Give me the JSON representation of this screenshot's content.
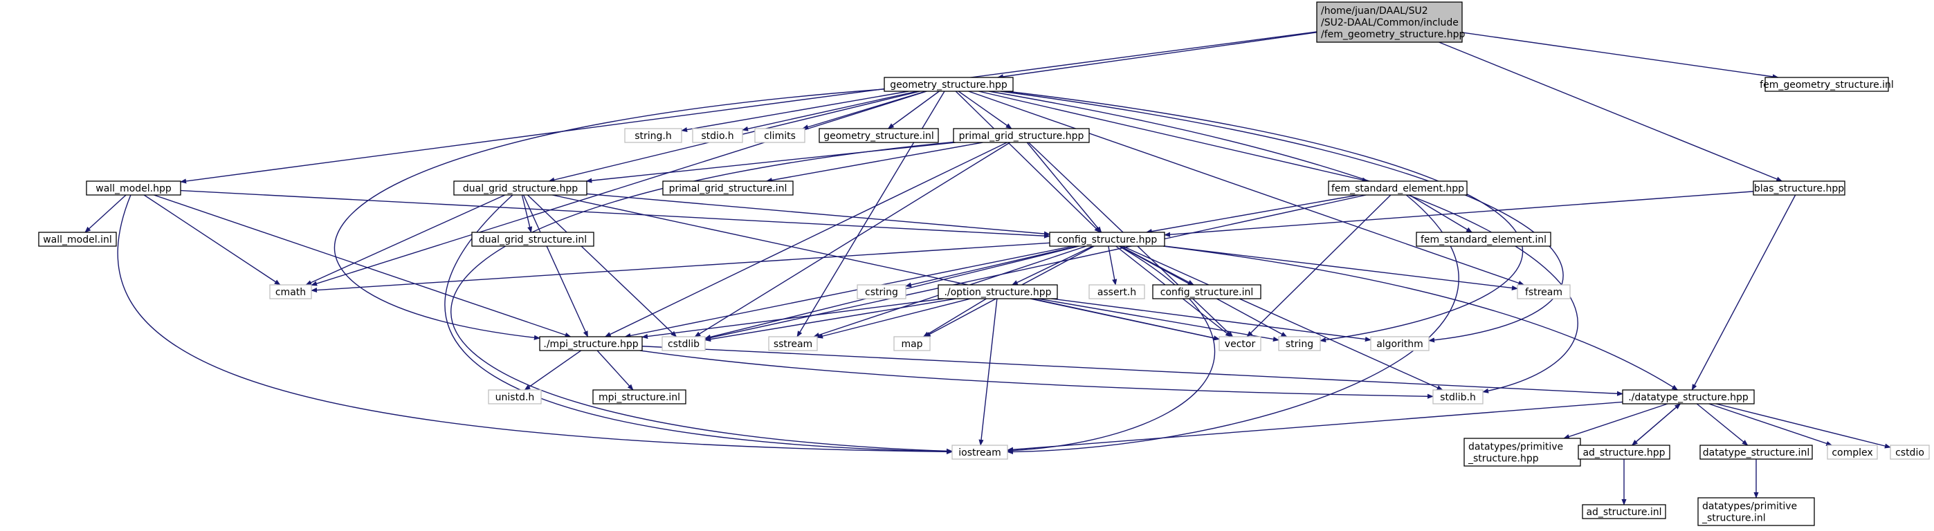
{
  "graph": {
    "colors": {
      "edge": "#191970",
      "root_fill": "#bfbfbf",
      "root_stroke": "#000000",
      "file_stroke": "#000000",
      "system_stroke": "#bfbfbf",
      "fill": "#ffffff"
    },
    "nodes": [
      {
        "id": "root",
        "lines": [
          "/home/juan/DAAL/SU2",
          "/SU2-DAAL/Common/include",
          "/fem_geometry_structure.hpp"
        ],
        "style": "root"
      },
      {
        "id": "geometry_structure_hpp",
        "lines": [
          "geometry_structure.hpp"
        ],
        "style": "file"
      },
      {
        "id": "fem_geometry_structure_inl",
        "lines": [
          "fem_geometry_structure.inl"
        ],
        "style": "file"
      },
      {
        "id": "wall_model_hpp",
        "lines": [
          "wall_model.hpp"
        ],
        "style": "file"
      },
      {
        "id": "blas_structure_hpp",
        "lines": [
          "blas_structure.hpp"
        ],
        "style": "file"
      },
      {
        "id": "string_h",
        "lines": [
          "string.h"
        ],
        "style": "system"
      },
      {
        "id": "stdio_h",
        "lines": [
          "stdio.h"
        ],
        "style": "system"
      },
      {
        "id": "climits",
        "lines": [
          "climits"
        ],
        "style": "system"
      },
      {
        "id": "geometry_structure_inl",
        "lines": [
          "geometry_structure.inl"
        ],
        "style": "file"
      },
      {
        "id": "primal_grid_structure_hpp",
        "lines": [
          "primal_grid_structure.hpp"
        ],
        "style": "file"
      },
      {
        "id": "dual_grid_structure_hpp",
        "lines": [
          "dual_grid_structure.hpp"
        ],
        "style": "file"
      },
      {
        "id": "primal_grid_structure_inl",
        "lines": [
          "primal_grid_structure.inl"
        ],
        "style": "file"
      },
      {
        "id": "fem_standard_element_hpp",
        "lines": [
          "fem_standard_element.hpp"
        ],
        "style": "file"
      },
      {
        "id": "wall_model_inl",
        "lines": [
          "wall_model.inl"
        ],
        "style": "file"
      },
      {
        "id": "dual_grid_structure_inl",
        "lines": [
          "dual_grid_structure.inl"
        ],
        "style": "file"
      },
      {
        "id": "config_structure_hpp",
        "lines": [
          "config_structure.hpp"
        ],
        "style": "file"
      },
      {
        "id": "fem_standard_element_inl",
        "lines": [
          "fem_standard_element.inl"
        ],
        "style": "file"
      },
      {
        "id": "cmath",
        "lines": [
          "cmath"
        ],
        "style": "system"
      },
      {
        "id": "cstring",
        "lines": [
          "cstring"
        ],
        "style": "system"
      },
      {
        "id": "assert_h",
        "lines": [
          "assert.h"
        ],
        "style": "system"
      },
      {
        "id": "config_structure_inl",
        "lines": [
          "config_structure.inl"
        ],
        "style": "file"
      },
      {
        "id": "fstream",
        "lines": [
          "fstream"
        ],
        "style": "system"
      },
      {
        "id": "option_structure_hpp",
        "lines": [
          "./option_structure.hpp"
        ],
        "style": "file"
      },
      {
        "id": "mpi_structure_hpp",
        "lines": [
          "./mpi_structure.hpp"
        ],
        "style": "file"
      },
      {
        "id": "cstdlib",
        "lines": [
          "cstdlib"
        ],
        "style": "system"
      },
      {
        "id": "sstream",
        "lines": [
          "sstream"
        ],
        "style": "system"
      },
      {
        "id": "map",
        "lines": [
          "map"
        ],
        "style": "system"
      },
      {
        "id": "vector",
        "lines": [
          "vector"
        ],
        "style": "system"
      },
      {
        "id": "string",
        "lines": [
          "string"
        ],
        "style": "system"
      },
      {
        "id": "algorithm",
        "lines": [
          "algorithm"
        ],
        "style": "system"
      },
      {
        "id": "unistd_h",
        "lines": [
          "unistd.h"
        ],
        "style": "system"
      },
      {
        "id": "mpi_structure_inl",
        "lines": [
          "mpi_structure.inl"
        ],
        "style": "file"
      },
      {
        "id": "stdlib_h",
        "lines": [
          "stdlib.h"
        ],
        "style": "system"
      },
      {
        "id": "datatype_structure_hpp",
        "lines": [
          "./datatype_structure.hpp"
        ],
        "style": "file"
      },
      {
        "id": "iostream",
        "lines": [
          "iostream"
        ],
        "style": "system"
      },
      {
        "id": "datatypes_primitive_structure_hpp",
        "lines": [
          "datatypes/primitive",
          "_structure.hpp"
        ],
        "style": "file"
      },
      {
        "id": "ad_structure_hpp",
        "lines": [
          "ad_structure.hpp"
        ],
        "style": "file"
      },
      {
        "id": "datatype_structure_inl",
        "lines": [
          "datatype_structure.inl"
        ],
        "style": "file"
      },
      {
        "id": "complex",
        "lines": [
          "complex"
        ],
        "style": "system"
      },
      {
        "id": "cstdio",
        "lines": [
          "cstdio"
        ],
        "style": "system"
      },
      {
        "id": "ad_structure_inl",
        "lines": [
          "ad_structure.inl"
        ],
        "style": "file"
      },
      {
        "id": "datatypes_primitive_structure_inl",
        "lines": [
          "datatypes/primitive",
          "_structure.inl"
        ],
        "style": "file"
      }
    ],
    "edges": [
      [
        "root",
        "geometry_structure_hpp"
      ],
      [
        "root",
        "fem_geometry_structure_inl"
      ],
      [
        "root",
        "wall_model_hpp"
      ],
      [
        "root",
        "blas_structure_hpp"
      ],
      [
        "geometry_structure_hpp",
        "string_h"
      ],
      [
        "geometry_structure_hpp",
        "stdio_h"
      ],
      [
        "geometry_structure_hpp",
        "climits"
      ],
      [
        "geometry_structure_hpp",
        "geometry_structure_inl"
      ],
      [
        "geometry_structure_hpp",
        "primal_grid_structure_hpp"
      ],
      [
        "geometry_structure_hpp",
        "dual_grid_structure_hpp"
      ],
      [
        "geometry_structure_hpp",
        "fem_standard_element_hpp"
      ],
      [
        "geometry_structure_hpp",
        "config_structure_hpp"
      ],
      [
        "geometry_structure_hpp",
        "mpi_structure_hpp"
      ],
      [
        "geometry_structure_hpp",
        "cmath"
      ],
      [
        "geometry_structure_hpp",
        "sstream"
      ],
      [
        "geometry_structure_hpp",
        "fstream"
      ],
      [
        "geometry_structure_hpp",
        "string"
      ],
      [
        "geometry_structure_hpp",
        "algorithm"
      ],
      [
        "geometry_structure_hpp",
        "stdlib_h"
      ],
      [
        "primal_grid_structure_hpp",
        "primal_grid_structure_inl"
      ],
      [
        "primal_grid_structure_hpp",
        "dual_grid_structure_hpp"
      ],
      [
        "primal_grid_structure_hpp",
        "config_structure_hpp"
      ],
      [
        "primal_grid_structure_hpp",
        "mpi_structure_hpp"
      ],
      [
        "primal_grid_structure_hpp",
        "cstdlib"
      ],
      [
        "primal_grid_structure_hpp",
        "iostream"
      ],
      [
        "primal_grid_structure_hpp",
        "vector"
      ],
      [
        "dual_grid_structure_hpp",
        "dual_grid_structure_inl"
      ],
      [
        "dual_grid_structure_hpp",
        "config_structure_hpp"
      ],
      [
        "dual_grid_structure_hpp",
        "cmath"
      ],
      [
        "dual_grid_structure_hpp",
        "mpi_structure_hpp"
      ],
      [
        "dual_grid_structure_hpp",
        "cstdlib"
      ],
      [
        "dual_grid_structure_hpp",
        "iostream"
      ],
      [
        "dual_grid_structure_hpp",
        "vector"
      ],
      [
        "fem_standard_element_hpp",
        "fem_standard_element_inl"
      ],
      [
        "fem_standard_element_hpp",
        "config_structure_hpp"
      ],
      [
        "fem_standard_element_hpp",
        "cstdlib"
      ],
      [
        "fem_standard_element_hpp",
        "vector"
      ],
      [
        "fem_standard_element_hpp",
        "iostream"
      ],
      [
        "wall_model_hpp",
        "wall_model_inl"
      ],
      [
        "wall_model_hpp",
        "config_structure_hpp"
      ],
      [
        "wall_model_hpp",
        "cmath"
      ],
      [
        "wall_model_hpp",
        "mpi_structure_hpp"
      ],
      [
        "wall_model_hpp",
        "iostream"
      ],
      [
        "blas_structure_hpp",
        "config_structure_hpp"
      ],
      [
        "blas_structure_hpp",
        "datatype_structure_hpp"
      ],
      [
        "config_structure_hpp",
        "cmath"
      ],
      [
        "config_structure_hpp",
        "cstring"
      ],
      [
        "config_structure_hpp",
        "assert_h"
      ],
      [
        "config_structure_hpp",
        "config_structure_inl"
      ],
      [
        "config_structure_hpp",
        "fstream"
      ],
      [
        "config_structure_hpp",
        "option_structure_hpp"
      ],
      [
        "config_structure_hpp",
        "mpi_structure_hpp"
      ],
      [
        "config_structure_hpp",
        "cstdlib"
      ],
      [
        "config_structure_hpp",
        "sstream"
      ],
      [
        "config_structure_hpp",
        "map"
      ],
      [
        "config_structure_hpp",
        "vector"
      ],
      [
        "config_structure_hpp",
        "string"
      ],
      [
        "config_structure_hpp",
        "stdlib_h"
      ],
      [
        "config_structure_hpp",
        "datatype_structure_hpp"
      ],
      [
        "config_structure_hpp",
        "iostream"
      ],
      [
        "option_structure_hpp",
        "mpi_structure_hpp"
      ],
      [
        "option_structure_hpp",
        "cstdlib"
      ],
      [
        "option_structure_hpp",
        "sstream"
      ],
      [
        "option_structure_hpp",
        "map"
      ],
      [
        "option_structure_hpp",
        "vector"
      ],
      [
        "option_structure_hpp",
        "string"
      ],
      [
        "option_structure_hpp",
        "algorithm"
      ],
      [
        "option_structure_hpp",
        "iostream"
      ],
      [
        "mpi_structure_hpp",
        "unistd_h"
      ],
      [
        "mpi_structure_hpp",
        "mpi_structure_inl"
      ],
      [
        "mpi_structure_hpp",
        "stdlib_h"
      ],
      [
        "mpi_structure_hpp",
        "datatype_structure_hpp"
      ],
      [
        "datatype_structure_hpp",
        "iostream"
      ],
      [
        "datatype_structure_hpp",
        "datatypes_primitive_structure_hpp"
      ],
      [
        "datatype_structure_hpp",
        "ad_structure_hpp"
      ],
      [
        "datatype_structure_hpp",
        "datatype_structure_inl"
      ],
      [
        "datatype_structure_hpp",
        "complex"
      ],
      [
        "datatype_structure_hpp",
        "cstdio"
      ],
      [
        "ad_structure_hpp",
        "datatype_structure_hpp"
      ],
      [
        "ad_structure_hpp",
        "ad_structure_inl"
      ],
      [
        "datatype_structure_inl",
        "datatypes_primitive_structure_inl"
      ]
    ]
  }
}
